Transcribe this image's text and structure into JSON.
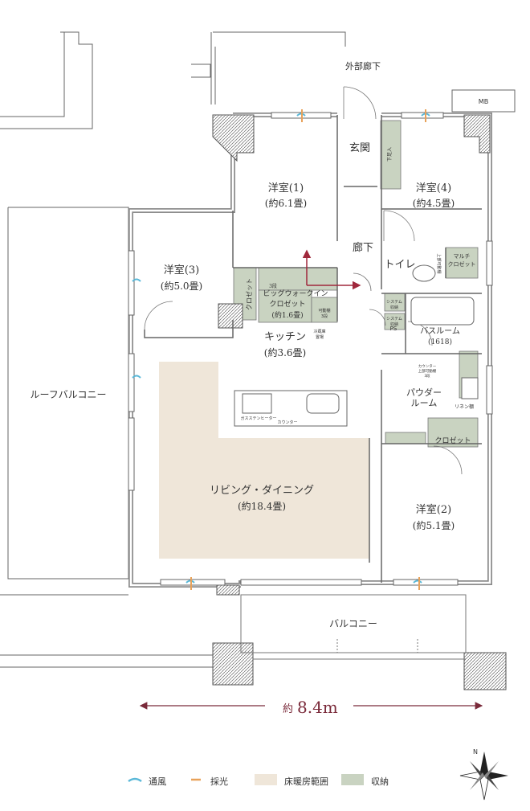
{
  "rooms": {
    "western1": {
      "name": "洋室(1)",
      "size": "(約6.1畳)"
    },
    "western2": {
      "name": "洋室(2)",
      "size": "(約5.1畳)"
    },
    "western3": {
      "name": "洋室(3)",
      "size": "(約5.0畳)"
    },
    "western4": {
      "name": "洋室(4)",
      "size": "(約4.5畳)"
    },
    "kitchen": {
      "name": "キッチン",
      "size": "(約3.6畳)"
    },
    "living": {
      "name": "リビング・ダイニング",
      "size": "(約18.4畳)"
    },
    "walkin": {
      "prefix": "3段",
      "name": "ビッグウォークイン",
      "sub": "クロゼット",
      "size": "(約1.6畳)"
    },
    "entrance": "玄関",
    "hallway": "廊下",
    "toilet": "トイレ",
    "bathroom": {
      "name": "バスルーム",
      "size": "(1618)"
    },
    "powder": {
      "name1": "パウダー",
      "name2": "ルーム"
    },
    "roof_balcony": "ルーフバルコニー",
    "balcony": "バルコニー",
    "outer_corridor": "外部廊下"
  },
  "storage_labels": {
    "closet_left": "クロゼット",
    "closet_bottom_right": "クロゼット",
    "multi_closet": "マルチ\nクロゼット",
    "shoe_box": "下足入",
    "system_storage_1": "システム\n収納",
    "system_storage_2": "システム\n収納",
    "movable_shelf": "可動棚\n3段",
    "fridge": "冷蔵庫\n置場",
    "linen": "リネン棚",
    "counter_shelf": "カウンター\n上部可動棚\n3段",
    "upper_shelf": "上部可動棚",
    "ps": "PS",
    "mb": "MB",
    "counter": "カウンター",
    "gas": "ガスステンヒーター"
  },
  "dimension": {
    "prefix": "約",
    "value": "8.4m"
  },
  "legend": [
    {
      "label": "通風",
      "color": "#5ab8d8"
    },
    {
      "label": "採光",
      "color": "#e8a25a"
    },
    {
      "label": "床暖房範囲",
      "color": "#efe6d9"
    },
    {
      "label": "収納",
      "color": "#c9d3c1"
    }
  ],
  "compass": {
    "label": "N"
  },
  "colors": {
    "accent": "#7a2a3a",
    "floor_heat": "#efe6d9",
    "storage": "#c9d3c1",
    "wall": "#8c8c8c"
  }
}
